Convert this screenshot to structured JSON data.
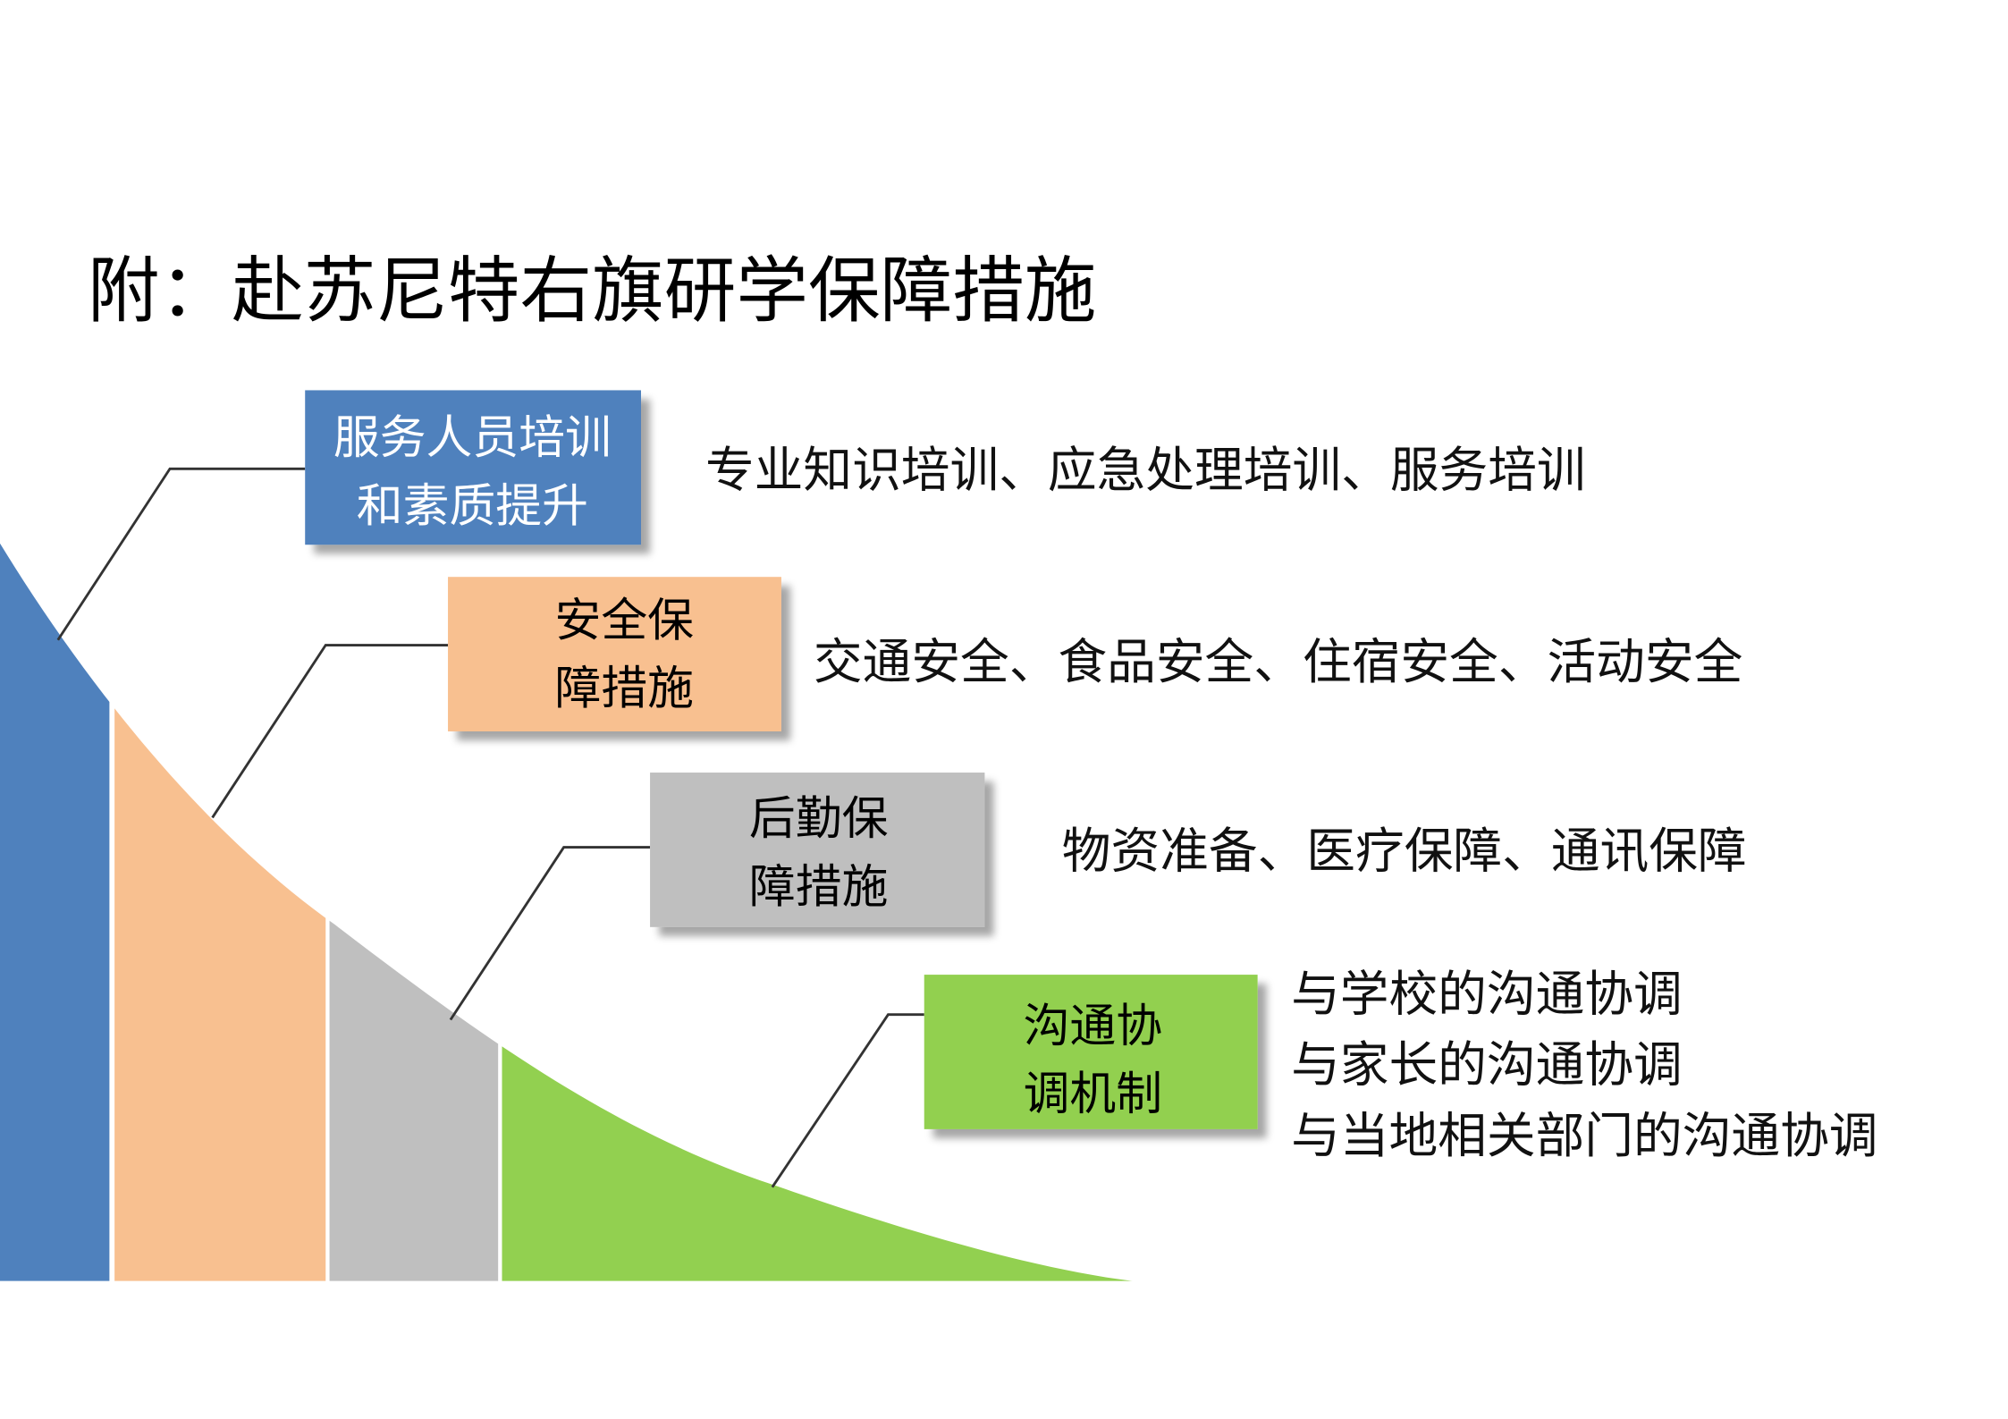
{
  "title": "附：赴苏尼特右旗研学保障措施",
  "colors": {
    "blue": "#4f81bd",
    "orange": "#f8c090",
    "gray": "#bfbfbf",
    "green": "#92d050"
  },
  "items": [
    {
      "label_lines": [
        "服务人员培训",
        "和素质提升"
      ],
      "description_lines": [
        "专业知识培训、应急处理培训、服务培训"
      ]
    },
    {
      "label_lines": [
        "安全保",
        "障措施"
      ],
      "description_lines": [
        "交通安全、食品安全、住宿安全、活动安全"
      ]
    },
    {
      "label_lines": [
        "后勤保",
        "障措施"
      ],
      "description_lines": [
        "物资准备、医疗保障、通讯保障"
      ]
    },
    {
      "label_lines": [
        "沟通协",
        "调机制"
      ],
      "description_lines": [
        "与学校的沟通协调",
        "与家长的沟通协调",
        "与当地相关部门的沟通协调"
      ]
    }
  ]
}
